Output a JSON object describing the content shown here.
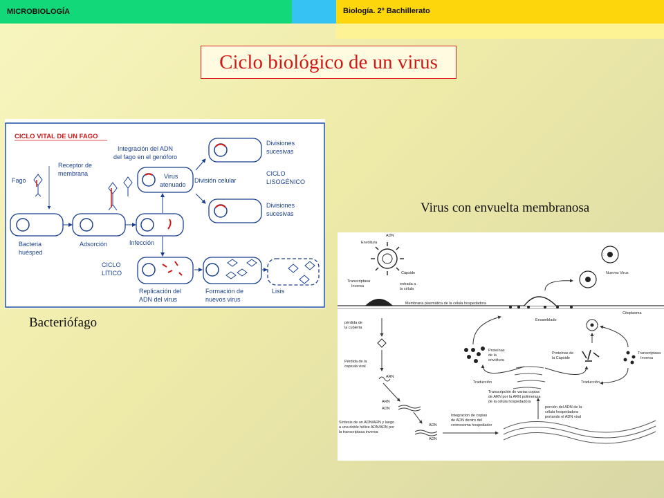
{
  "header": {
    "subject": "MICROBIOLOGÍA",
    "course": "Biología. 2º Bachillerato"
  },
  "title": "Ciclo biológico de un virus",
  "captions": {
    "bacteriophage": "Bacteriófago",
    "enveloped": "Virus con envuelta membranosa"
  },
  "phage_diagram": {
    "title": "CICLO VITAL DE UN FAGO",
    "fago": "Fago",
    "receptor_1": "Receptor de",
    "receptor_2": "membrana",
    "integracion_1": "Integración del ADN",
    "integracion_2": "del fago en el genóforo",
    "virus_1": "Virus",
    "virus_2": "atenuado",
    "division_celular": "División celular",
    "divisiones_1": "Divisiones",
    "divisiones_2": "sucesivas",
    "ciclo_lisogenico_1": "CICLO",
    "ciclo_lisogenico_2": "LISOGÉNICO",
    "bacteria_1": "Bacteria",
    "bacteria_2": "huésped",
    "adsorcion": "Adsorción",
    "infeccion": "Infección",
    "ciclo_litico_1": "CICLO",
    "ciclo_litico_2": "LÍTICO",
    "replicacion_1": "Replicación del",
    "replicacion_2": "ADN del virus",
    "formacion_1": "Formación de",
    "formacion_2": "nuevos virus",
    "lisis": "Lisis"
  },
  "retro_diagram": {
    "adn": "ADN",
    "envoltura": "Envoltura",
    "capside": "Cápside",
    "transcriptasa_1": "Transcriptasa",
    "transcriptasa_2": "Inversa",
    "entrada_1": "entrada a",
    "entrada_2": "la célula",
    "nuevos_virus": "Nuevos Virus",
    "membrana": "Membrana plasmática de la célula hospedadora",
    "citoplasma": "Citoplasma",
    "perdida_cubierta_1": "pérdida de",
    "perdida_cubierta_2": "la cubierta",
    "ensamblado": "Ensamblado",
    "perdida_capsula_1": "Pérdida de la",
    "perdida_capsula_2": "capsula viral",
    "proteinas_env_1": "Proteínas",
    "proteinas_env_2": "de la",
    "proteinas_env_3": "envoltura",
    "proteinas_cap_1": "Proteínas de",
    "proteinas_cap_2": "la Cápside",
    "transcriptasa_b_1": "Transcriptasa",
    "transcriptasa_b_2": "Inversa",
    "arn": "ARN",
    "traduccion": "Traducción",
    "arn2": "ARN",
    "adn2": "ADN",
    "transcripcion_1": "Transcripción de varias copias",
    "transcripcion_2": "de ARN por la ARN polimerasa",
    "transcripcion_3": "de la célula hospedadora",
    "sintesis_1": "Síntesis de un ADN/ARN y luego",
    "sintesis_2": "a una doble hélice ADN/ADN por",
    "sintesis_3": "la transcriptasa inversa",
    "integracion_1": "Integracion de copias",
    "integracion_2": "de ADN dentro del",
    "integracion_3": "cromosoma hospedador",
    "porcion_1": "porción del ADN de la",
    "porcion_2": "célula hospedadora",
    "porcion_3": "portando el ADN viral",
    "adn3": "ADN",
    "adn4": "ADN"
  },
  "colors": {
    "header_green": "#12d87a",
    "header_blue": "#36c3f3",
    "header_yellow": "#fdd60c",
    "title_red": "#d01818",
    "diagram_border": "#1d4fa3",
    "diagram_text": "#1a3f8f"
  }
}
